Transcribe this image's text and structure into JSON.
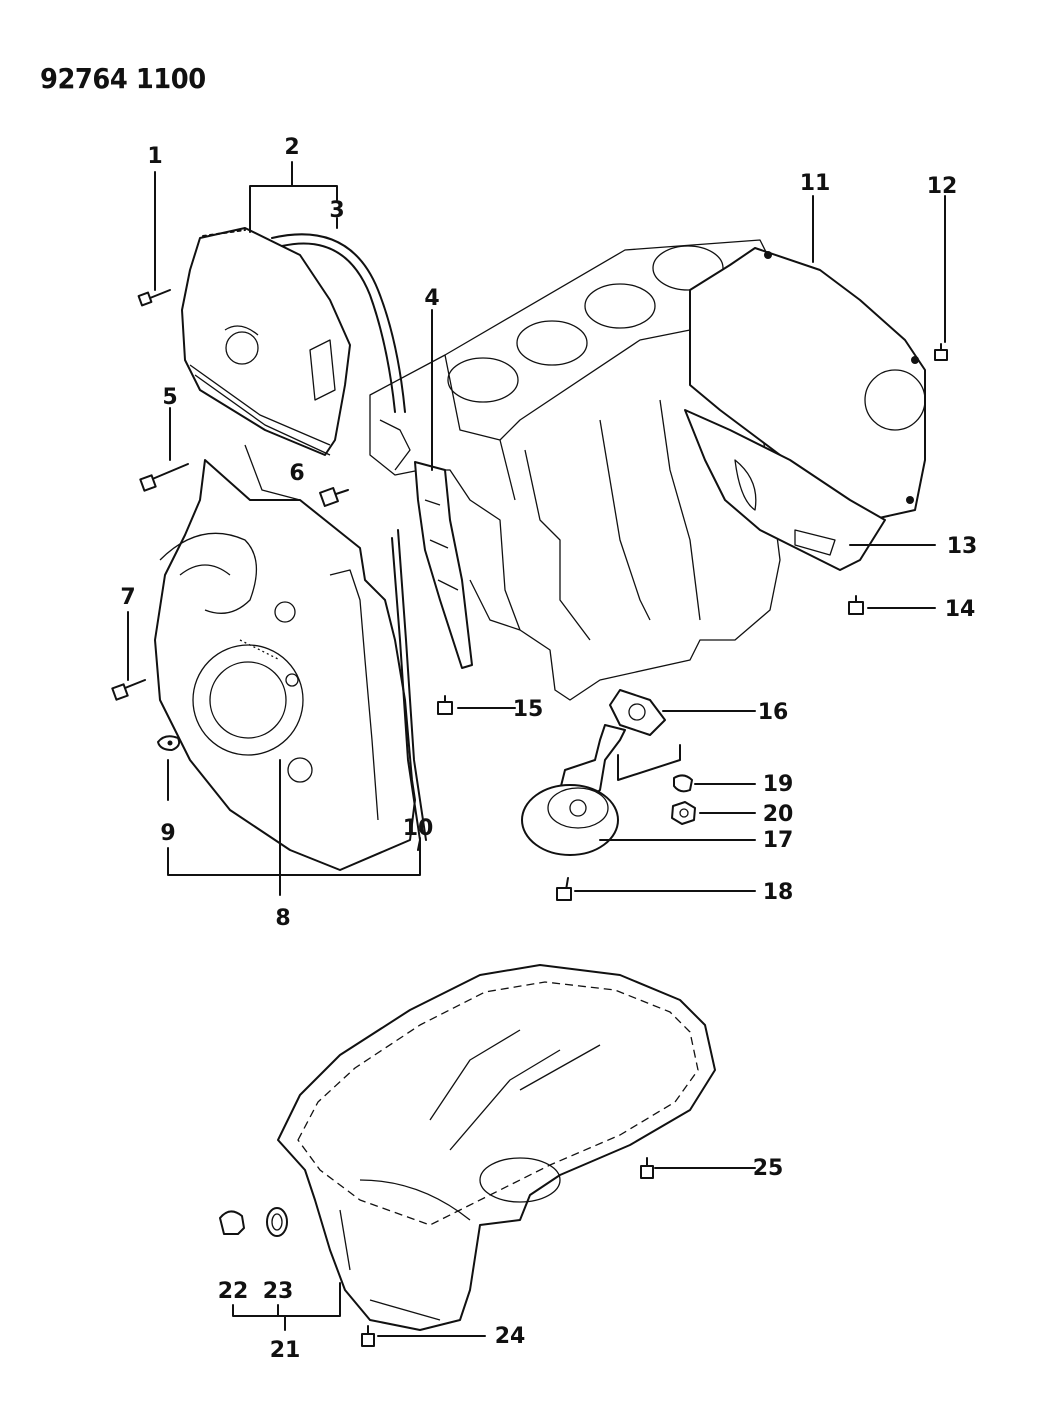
{
  "document": {
    "id": "92764 1100"
  },
  "callouts": [
    {
      "key": "c1",
      "number": "1"
    },
    {
      "key": "c2",
      "number": "2"
    },
    {
      "key": "c3",
      "number": "3"
    },
    {
      "key": "c4",
      "number": "4"
    },
    {
      "key": "c5",
      "number": "5"
    },
    {
      "key": "c6",
      "number": "6"
    },
    {
      "key": "c7",
      "number": "7"
    },
    {
      "key": "c8",
      "number": "8"
    },
    {
      "key": "c9",
      "number": "9"
    },
    {
      "key": "c10",
      "number": "10"
    },
    {
      "key": "c11",
      "number": "11"
    },
    {
      "key": "c12",
      "number": "12"
    },
    {
      "key": "c13",
      "number": "13"
    },
    {
      "key": "c14",
      "number": "14"
    },
    {
      "key": "c15",
      "number": "15"
    },
    {
      "key": "c16",
      "number": "16"
    },
    {
      "key": "c17",
      "number": "17"
    },
    {
      "key": "c18",
      "number": "18"
    },
    {
      "key": "c19",
      "number": "19"
    },
    {
      "key": "c20",
      "number": "20"
    },
    {
      "key": "c21",
      "number": "21"
    },
    {
      "key": "c22",
      "number": "22"
    },
    {
      "key": "c23",
      "number": "23"
    },
    {
      "key": "c24",
      "number": "24"
    },
    {
      "key": "c25",
      "number": "25"
    }
  ]
}
